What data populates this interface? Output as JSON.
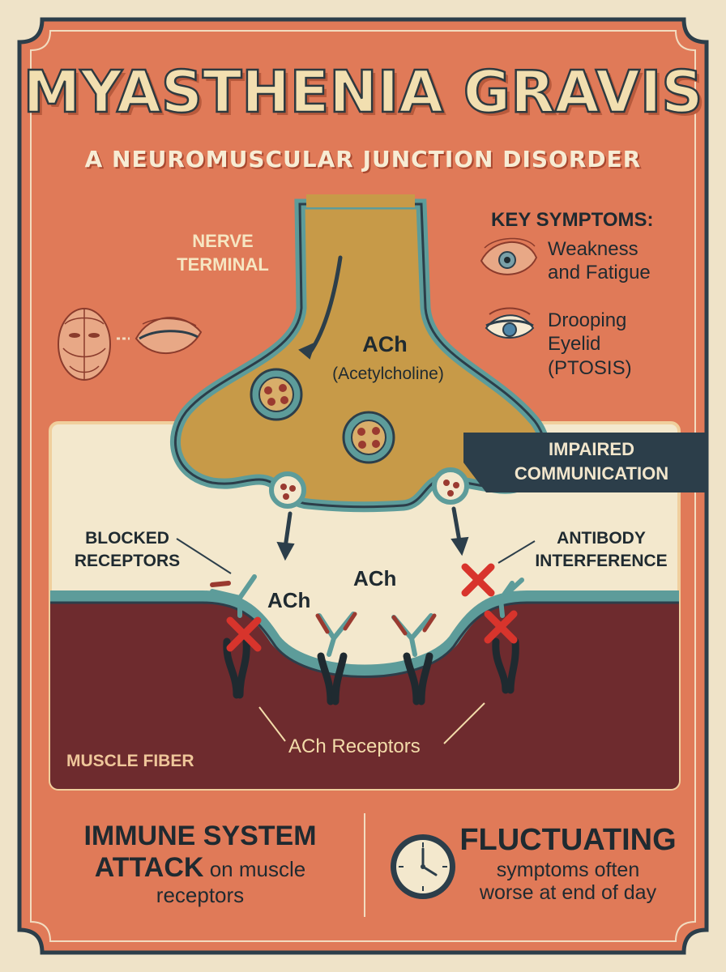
{
  "poster": {
    "title": "MYASTHENIA GRAVIS",
    "subtitle": "A NEUROMUSCULAR JUNCTION DISORDER"
  },
  "diagram": {
    "nerve_terminal_line1": "NERVE",
    "nerve_terminal_line2": "TERMINAL",
    "ach_label": "ACh",
    "ach_full": "(Acetylcholine)",
    "impaired_line1": "IMPAIRED",
    "impaired_line2": "COMMUNICATION",
    "blocked_line1": "BLOCKED",
    "blocked_line2": "RECEPTORS",
    "antibody_line1": "ANTIBODY",
    "antibody_line2": "INTERFERENCE",
    "ach_cleft_1": "ACh",
    "ach_cleft_2": "ACh",
    "receptors_label": "ACh Receptors",
    "muscle_fiber": "MUSCLE FIBER"
  },
  "symptoms": {
    "heading": "KEY SYMPTOMS:",
    "items": [
      {
        "icon": "eye-weakness-icon",
        "line1": "Weakness",
        "line2": "and Fatigue"
      },
      {
        "icon": "drooping-eyelid-icon",
        "line1": "Drooping",
        "line2": "Eyelid",
        "line3": "(PTOSIS)"
      }
    ]
  },
  "footer": {
    "immune_line1": "IMMUNE SYSTEM",
    "immune_bold": "ATTACK",
    "immune_rest": " on muscle",
    "immune_line3": "receptors",
    "fluct_head": "FLUCTUATING",
    "fluct_line2": "symptoms often",
    "fluct_line3": "worse at end of day"
  },
  "colors": {
    "border_cream": "#efe3c8",
    "panel_orange": "#e07a58",
    "navy": "#2c3e4a",
    "nerve_gold": "#c79a48",
    "teal": "#5d9c9a",
    "muscle_maroon": "#6e2b2e",
    "cleft_cream": "#f3e8cd",
    "x_red": "#d8342c"
  }
}
